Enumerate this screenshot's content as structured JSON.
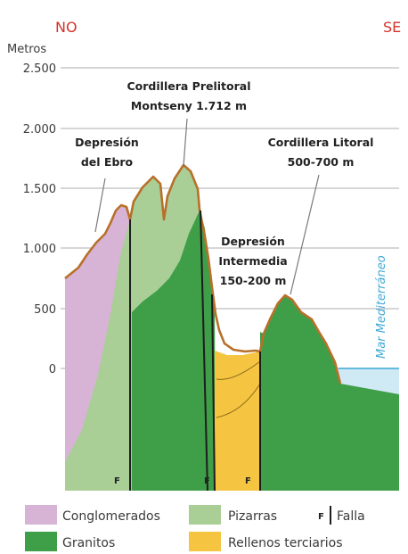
{
  "orientation": {
    "left": "NO",
    "right": "SE"
  },
  "axis": {
    "unit_label": "Metros",
    "ticks": [
      {
        "value": 2500,
        "label": "2.500"
      },
      {
        "value": 2000,
        "label": "2.000"
      },
      {
        "value": 1500,
        "label": "1.500"
      },
      {
        "value": 1000,
        "label": "1.000"
      },
      {
        "value": 500,
        "label": "500"
      },
      {
        "value": 0,
        "label": "0"
      }
    ]
  },
  "annotations": {
    "prelitoral": {
      "line1": "Cordillera Prelitoral",
      "line2": "Montseny 1.712 m"
    },
    "ebro": {
      "line1": "Depresión",
      "line2": "del Ebro"
    },
    "litoral": {
      "line1": "Cordillera Litoral",
      "line2": "500-700 m"
    },
    "intermedia": {
      "line1": "Depresión",
      "line2": "Intermedia",
      "line3": "150-200 m"
    },
    "sea": "Mar Mediterráneo",
    "fault_mark": "F"
  },
  "legend": {
    "conglomerados": "Conglomerados",
    "pizarras": "Pizarras",
    "falla_symbol": "F",
    "falla": "Falla",
    "granitos": "Granitos",
    "rellenos": "Rellenos terciarios"
  },
  "colors": {
    "conglomerados": "#d7b3d6",
    "pizarras": "#a9cf96",
    "granitos": "#3f9e48",
    "rellenos": "#f5c542",
    "sea": "#cfe9f5",
    "surface": "#b8702a",
    "direction": "#d3322b"
  }
}
